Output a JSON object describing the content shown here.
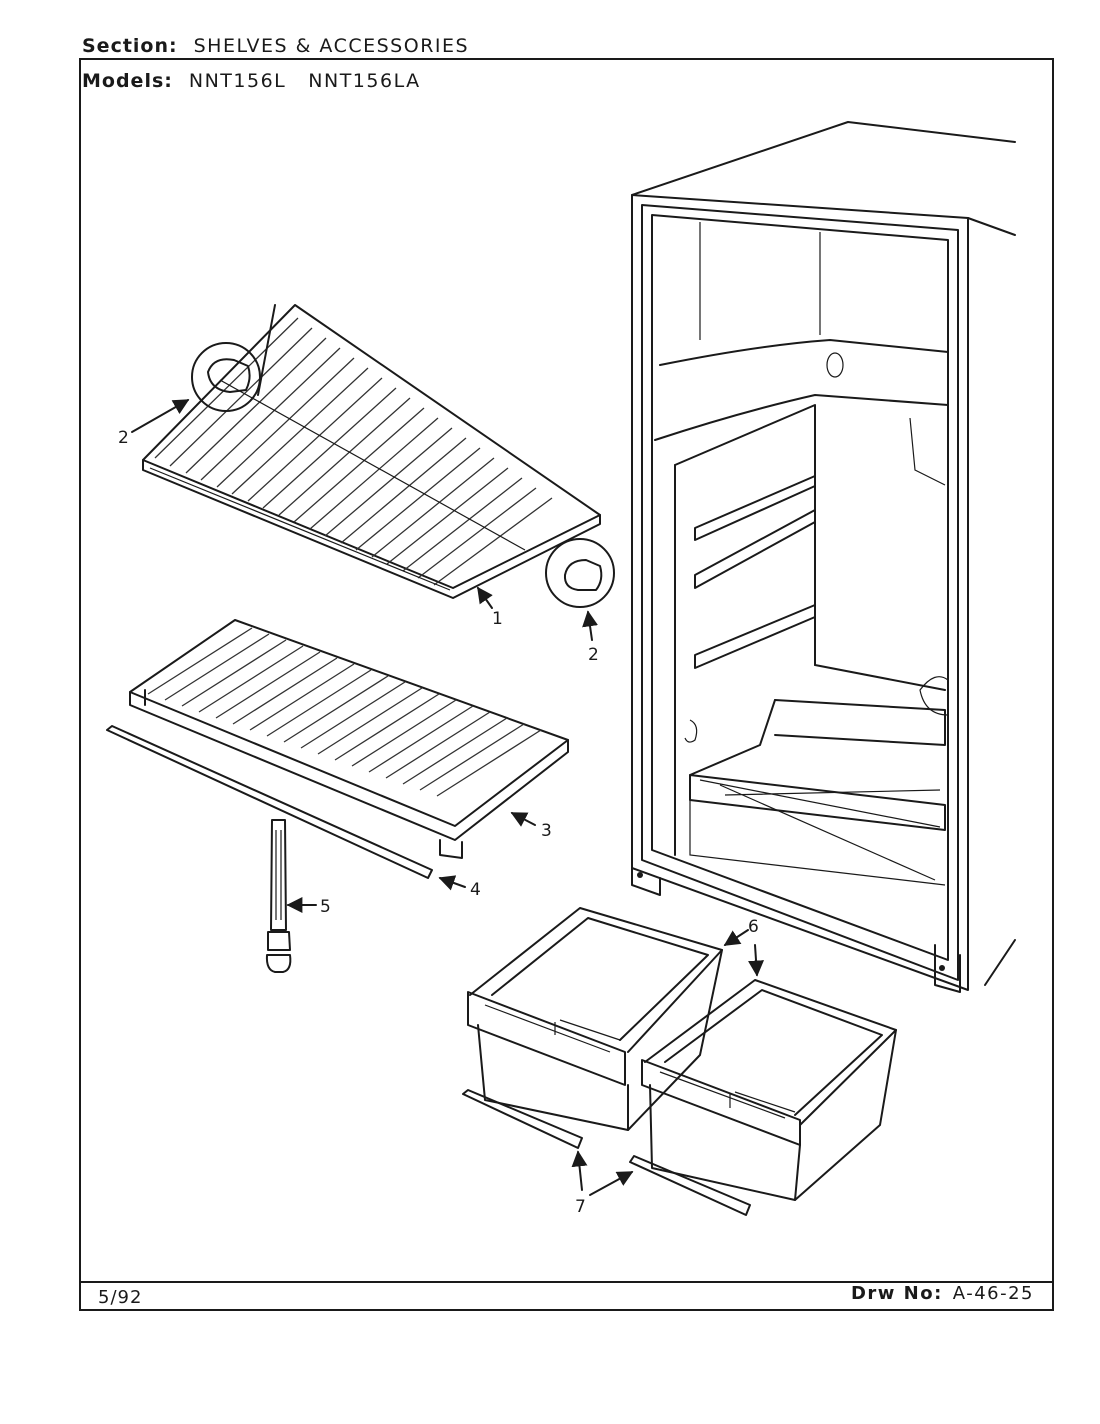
{
  "header": {
    "section_label": "Section:",
    "section_value": "SHELVES & ACCESSORIES",
    "models_label": "Models:",
    "models": [
      "NNT156L",
      "NNT156LA"
    ]
  },
  "callouts": {
    "c1": "1",
    "c2a": "2",
    "c2b": "2",
    "c3": "3",
    "c4": "4",
    "c5": "5",
    "c6": "6",
    "c7": "7"
  },
  "footer": {
    "date": "5/92",
    "drawing_label": "Drw No:",
    "drawing_number": "A-46-25"
  }
}
